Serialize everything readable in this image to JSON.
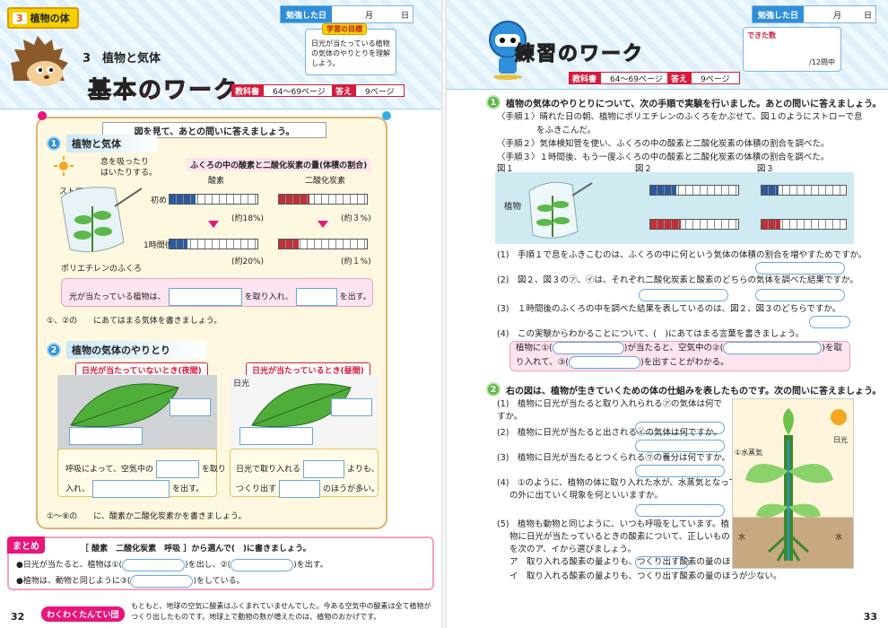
{
  "left": {
    "unit_num": "3",
    "unit_title": "植物の体",
    "date": {
      "label": "勉強した日",
      "month": "月",
      "day": "日"
    },
    "section": "3　植物と気体",
    "big_title": "基本のワーク",
    "goal": {
      "label": "学習の目標",
      "text": "日光が当たっている植物の気体のやりとりを理解しよう。"
    },
    "textbook": {
      "label": "教科書",
      "value": "64〜69ページ"
    },
    "answer": {
      "label": "答え",
      "value": "9ページ"
    },
    "instruction": "図を見て、あとの問いに答えましょう。",
    "q1": {
      "num": "1",
      "title": "植物と気体",
      "breath": "息を吸ったり\nはいたりする。",
      "straw": "ストロー",
      "bag": "ポリエチレンのふくろ",
      "graph_title": "ふくろの中の酸素と二酸化炭素の量(体積の割合)",
      "oxygen": "酸素",
      "co2": "二酸化炭素",
      "first": "初め",
      "after": "1時間後",
      "ox1": "(約18%)",
      "co1": "(約３%)",
      "ox2": "(約20%)",
      "co2v": "(約１%)",
      "sentence_a": "光が当たっている植物は、",
      "sentence_b": "を取り入れ、",
      "sentence_c": "を出す。",
      "q": "①、②の　　にあてはまる気体を書きましょう。"
    },
    "q2": {
      "num": "2",
      "title": "植物の気体のやりとり",
      "night": "日光が当たっていないとき(夜間)",
      "day": "日光が当たっているとき(昼間)",
      "sun": "日光",
      "l1": "呼吸によって、空気中の",
      "l2": "を取り",
      "l3": "入れ、",
      "l4": "を出す。",
      "r1": "日光で取り入れる",
      "r2": "よりも、",
      "r3": "つくり出す",
      "r4": "のほうが多い。",
      "q": "①〜⑧の　　に、酸素か二酸化炭素かを書きましょう。"
    },
    "matome": {
      "label": "まとめ",
      "words": "［ 酸素　二酸化炭素　呼吸 ］から選んで(　)に書きましょう。",
      "line1a": "●日光が当たると、植物は①(",
      "line1b": ")を出し、②(",
      "line1c": ")を出す。",
      "line2a": "●植物は、動物と同じように③(",
      "line2b": ")をしている。"
    },
    "footer_logo": "わくわくたんてい団",
    "footer_text": "もともと、地球の空気に酸素はふくまれていませんでした。今ある空気中の酸素は全て植物がつくり出したものです。地球上で動物の数が増えたのは、植物のおかげです。",
    "page": "32"
  },
  "right": {
    "date": {
      "label": "勉強した日",
      "month": "月",
      "day": "日"
    },
    "title": "練習のワーク",
    "score": {
      "label": "できた数",
      "total": "/12問中"
    },
    "textbook": {
      "label": "教科書",
      "value": "64〜69ページ"
    },
    "answer": {
      "label": "答え",
      "value": "9ページ"
    },
    "q1": {
      "num": "1",
      "title": "植物の気体のやりとりについて、次の手順で実験を行いました。あとの問いに答えましょう。",
      "s1a": "〈手順１〉晴れた日の朝、植物にポリエチレンのふくろをかぶせて、図１のようにストローで息",
      "s1b": "をふきこんだ。",
      "s2": "〈手順２〉気体検知管を使い、ふくろの中の酸素と二酸化炭素の体積の割合を調べた。",
      "s3": "〈手順３〉１時間後、もう一度ふくろの中の酸素と二酸化炭素の体積の割合を調べた。",
      "fig1": "図１",
      "fig2": "図２",
      "fig3": "図３",
      "plant": "植物",
      "p1": "(1)　手順１で息をふきこむのは、ふくろの中に何という気体の体積の割合を増やすためですか。",
      "p2": "(2)　図２、図３の㋐、㋑は、それぞれ二酸化炭素と酸素のどちらの気体を調べた結果ですか。",
      "p3": "(3)　１時間後のふくろの中を調べた結果を表しているのは、図２、図３のどちらですか。",
      "p4": "(4)　この実験からわかることについて、(　)にあてはまる言葉を書きましょう。",
      "p4a": "植物に①(",
      "p4b": ")が当たると、空気中の②(",
      "p4c": ")を取",
      "p4d": "り入れて、③(",
      "p4e": ")を出すことがわかる。"
    },
    "q2": {
      "num": "2",
      "title": "右の図は、植物が生きていくための体の仕組みを表したものです。次の問いに答えましょう。",
      "a1": "(1)　植物に日光が当たると取り入れられる㋐の気体は何ですか。",
      "a2": "(2)　植物に日光が当たると出される㋑の気体は何ですか。",
      "a3": "(3)　植物に日光が当たるとつくられる㋒の養分は何ですか。",
      "a4a": "(4)　①のように、植物の体に取り入れた水が、水蒸気となって体",
      "a4b": "の外に出ていく現象を何といいますか。",
      "a5a": "(5)　植物も動物と同じように、いつも呼吸をしています。植",
      "a5b": "物に日光が当たっているときの酸素について、正しいもの",
      "a5c": "を次のア、イから選びましょう。",
      "a5d": "ア　取り入れる酸素の量よりも、つくり出す酸素の量のほうが多い。",
      "a5e": "イ　取り入れる酸素の量よりも、つくり出す酸素の量のほうが少ない。",
      "fig_vapor": "①水蒸気",
      "fig_sun": "日光",
      "fig_water": "水"
    },
    "page": "33"
  }
}
